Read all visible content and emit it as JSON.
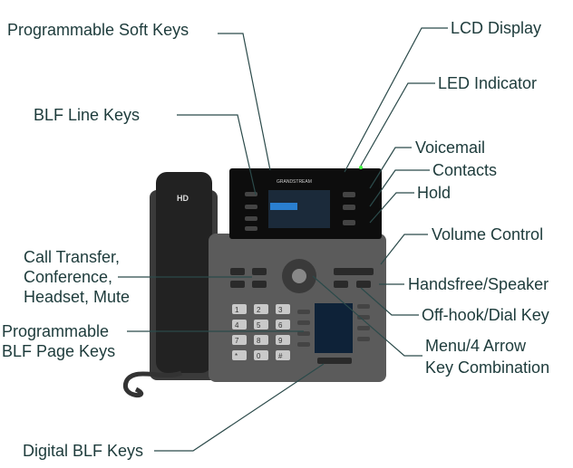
{
  "labels": {
    "soft_keys": "Programmable Soft Keys",
    "lcd": "LCD Display",
    "led": "LED Indicator",
    "blf_line": "BLF Line Keys",
    "voicemail": "Voicemail",
    "contacts": "Contacts",
    "hold": "Hold",
    "volume": "Volume Control",
    "call_transfer": [
      "Call Transfer,",
      "Conference,",
      "Headset, Mute"
    ],
    "handsfree": "Handsfree/Speaker",
    "offhook": "Off-hook/Dial Key",
    "blf_page": [
      "Programmable",
      "BLF Page Keys"
    ],
    "menu": [
      "Menu/4 Arrow",
      "Key Combination"
    ],
    "digital_blf": "Digital BLF Keys"
  },
  "phone": {
    "brand": "GRANDSTREAM",
    "handset_mark": "HD",
    "keypad": [
      "1",
      "2",
      "3",
      "4",
      "5",
      "6",
      "7",
      "8",
      "9",
      "*",
      "0",
      "#"
    ]
  },
  "colors": {
    "label": "#1d3b3b",
    "line": "#2b4a4a",
    "body": "#5b5b5b",
    "screen": "#0d0d0d"
  }
}
